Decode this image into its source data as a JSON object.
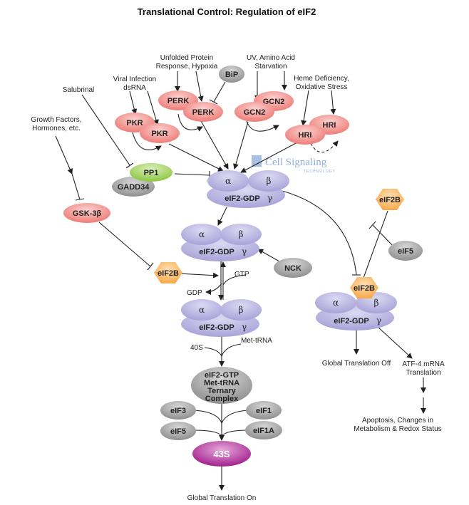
{
  "title": "Translational Control: Regulation of eIF2",
  "watermark": {
    "name": "Cell Signaling",
    "sub": "TECHNOLOGY"
  },
  "stimuli": {
    "growth": [
      "Growth Factors,",
      "Hormones, etc."
    ],
    "salubrinal": "Salubrinal",
    "viral": [
      "Viral Infection",
      "dsRNA"
    ],
    "unfolded": [
      "Unfolded Protein",
      "Response, Hypoxia"
    ],
    "uv": [
      "UV, Amino Acid",
      "Starvation"
    ],
    "heme": [
      "Heme Deficiency,",
      "Oxidative Stress"
    ]
  },
  "kinases": {
    "pkr": "PKR",
    "perk": "PERK",
    "bip": "BiP",
    "gcn2": "GCN2",
    "hri": "HRI",
    "gsk": "GSK-3β"
  },
  "phosphatase": {
    "pp1": "PP1",
    "gadd34": "GADD34"
  },
  "eif2": {
    "alpha": "α",
    "beta": "β",
    "gdp_label": "eIF2-GDP",
    "gamma": "γ"
  },
  "factors": {
    "eif2b": "eIF2B",
    "eif5": "eIF5",
    "nck": "NCK",
    "gtp": "GTP",
    "gdp": "GDP",
    "s40": "40S",
    "met_trna": "Met-tRNA",
    "eif3": "eIF3",
    "eif1": "eIF1",
    "eif1a": "eIF1A"
  },
  "ternary": [
    "eIF2-GTP",
    "Met-tRNA",
    "Ternary",
    "Complex"
  ],
  "s43": "43S",
  "outcomes": {
    "on": "Global Translation On",
    "off": "Global Translation Off",
    "atf4": [
      "ATF-4 mRNA",
      "Translation"
    ],
    "apoptosis": [
      "Apoptosis, Changes in",
      "Metabolism & Redox Status"
    ]
  },
  "colors": {
    "kinase": "#ee7b76",
    "kinase_hi": "#fbd2cf",
    "eif2": "#a8a2d8",
    "eif2_hi": "#dcd9f2",
    "grey": "#8f8f8f",
    "grey_hi": "#d6d6d6",
    "eif2b": "#f7a94a",
    "eif2b_hi": "#fde0b4",
    "pp1": "#8ec63f",
    "pp1_hi": "#d9efbb",
    "s43": "#a21f8c",
    "s43_hi": "#e7a9dc"
  }
}
